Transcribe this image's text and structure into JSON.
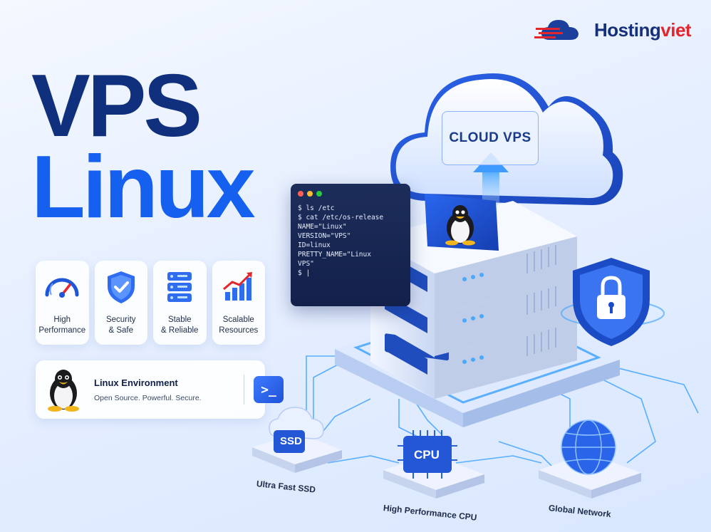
{
  "brand": {
    "name_part1": "Hosting",
    "name_part2": "viet"
  },
  "title": {
    "line1": "VPS",
    "line2": "Linux"
  },
  "features": [
    {
      "icon": "speedometer-icon",
      "label": "High\nPerformance"
    },
    {
      "icon": "shield-check-icon",
      "label": "Security\n& Safe"
    },
    {
      "icon": "server-stack-icon",
      "label": "Stable\n& Reliable"
    },
    {
      "icon": "growth-chart-icon",
      "label": "Scalable\nResources"
    }
  ],
  "environment": {
    "title": "Linux Environment",
    "subtitle": "Open Source. Powerful. Secure.",
    "terminal_glyph": ">_"
  },
  "terminal": {
    "lines": [
      "$ ls /etc",
      "$ cat /etc/os-release",
      "NAME=\"Linux\"",
      "VERSION=\"VPS\"",
      "ID=linux",
      "PRETTY_NAME=\"Linux",
      "VPS\"",
      "$ |"
    ]
  },
  "cloud": {
    "label": "CLOUD VPS"
  },
  "components": {
    "ssd": {
      "chip": "SSD",
      "label": "Ultra Fast SSD"
    },
    "cpu": {
      "chip": "CPU",
      "label": "High Performance CPU"
    },
    "network": {
      "label": "Global Network"
    }
  },
  "colors": {
    "navy": "#10307d",
    "blue": "#1560ee",
    "brand_red": "#e3262b",
    "glow": "#3fa0ff"
  }
}
